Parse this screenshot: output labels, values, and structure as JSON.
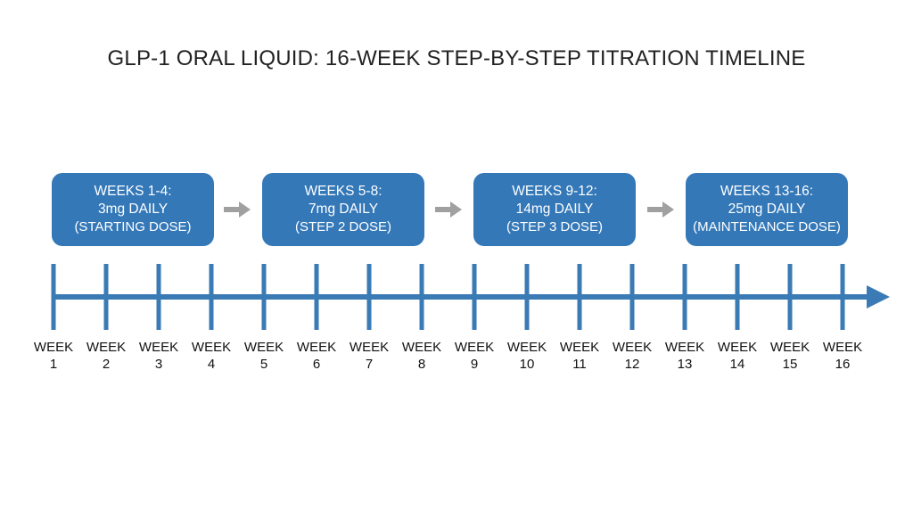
{
  "title": "GLP-1 ORAL LIQUID: 16-WEEK STEP-BY-STEP TITRATION TIMELINE",
  "colors": {
    "box": "#3478b8",
    "axis": "#3a7ab5",
    "step_arrow": "#a0a0a0"
  },
  "phases": [
    {
      "weeks": "WEEKS 1-4:",
      "dose": "3mg DAILY",
      "note": "(STARTING DOSE)"
    },
    {
      "weeks": "WEEKS 5-8:",
      "dose": "7mg DAILY",
      "note": "(STEP 2 DOSE)"
    },
    {
      "weeks": "WEEKS 9-12:",
      "dose": "14mg DAILY",
      "note": "(STEP 3 DOSE)"
    },
    {
      "weeks": "WEEKS 13-16:",
      "dose": "25mg DAILY",
      "note": "(MAINTENANCE DOSE)"
    }
  ],
  "week_label": "WEEK",
  "weeks": [
    "1",
    "2",
    "3",
    "4",
    "5",
    "6",
    "7",
    "8",
    "9",
    "10",
    "11",
    "12",
    "13",
    "14",
    "15",
    "16"
  ]
}
